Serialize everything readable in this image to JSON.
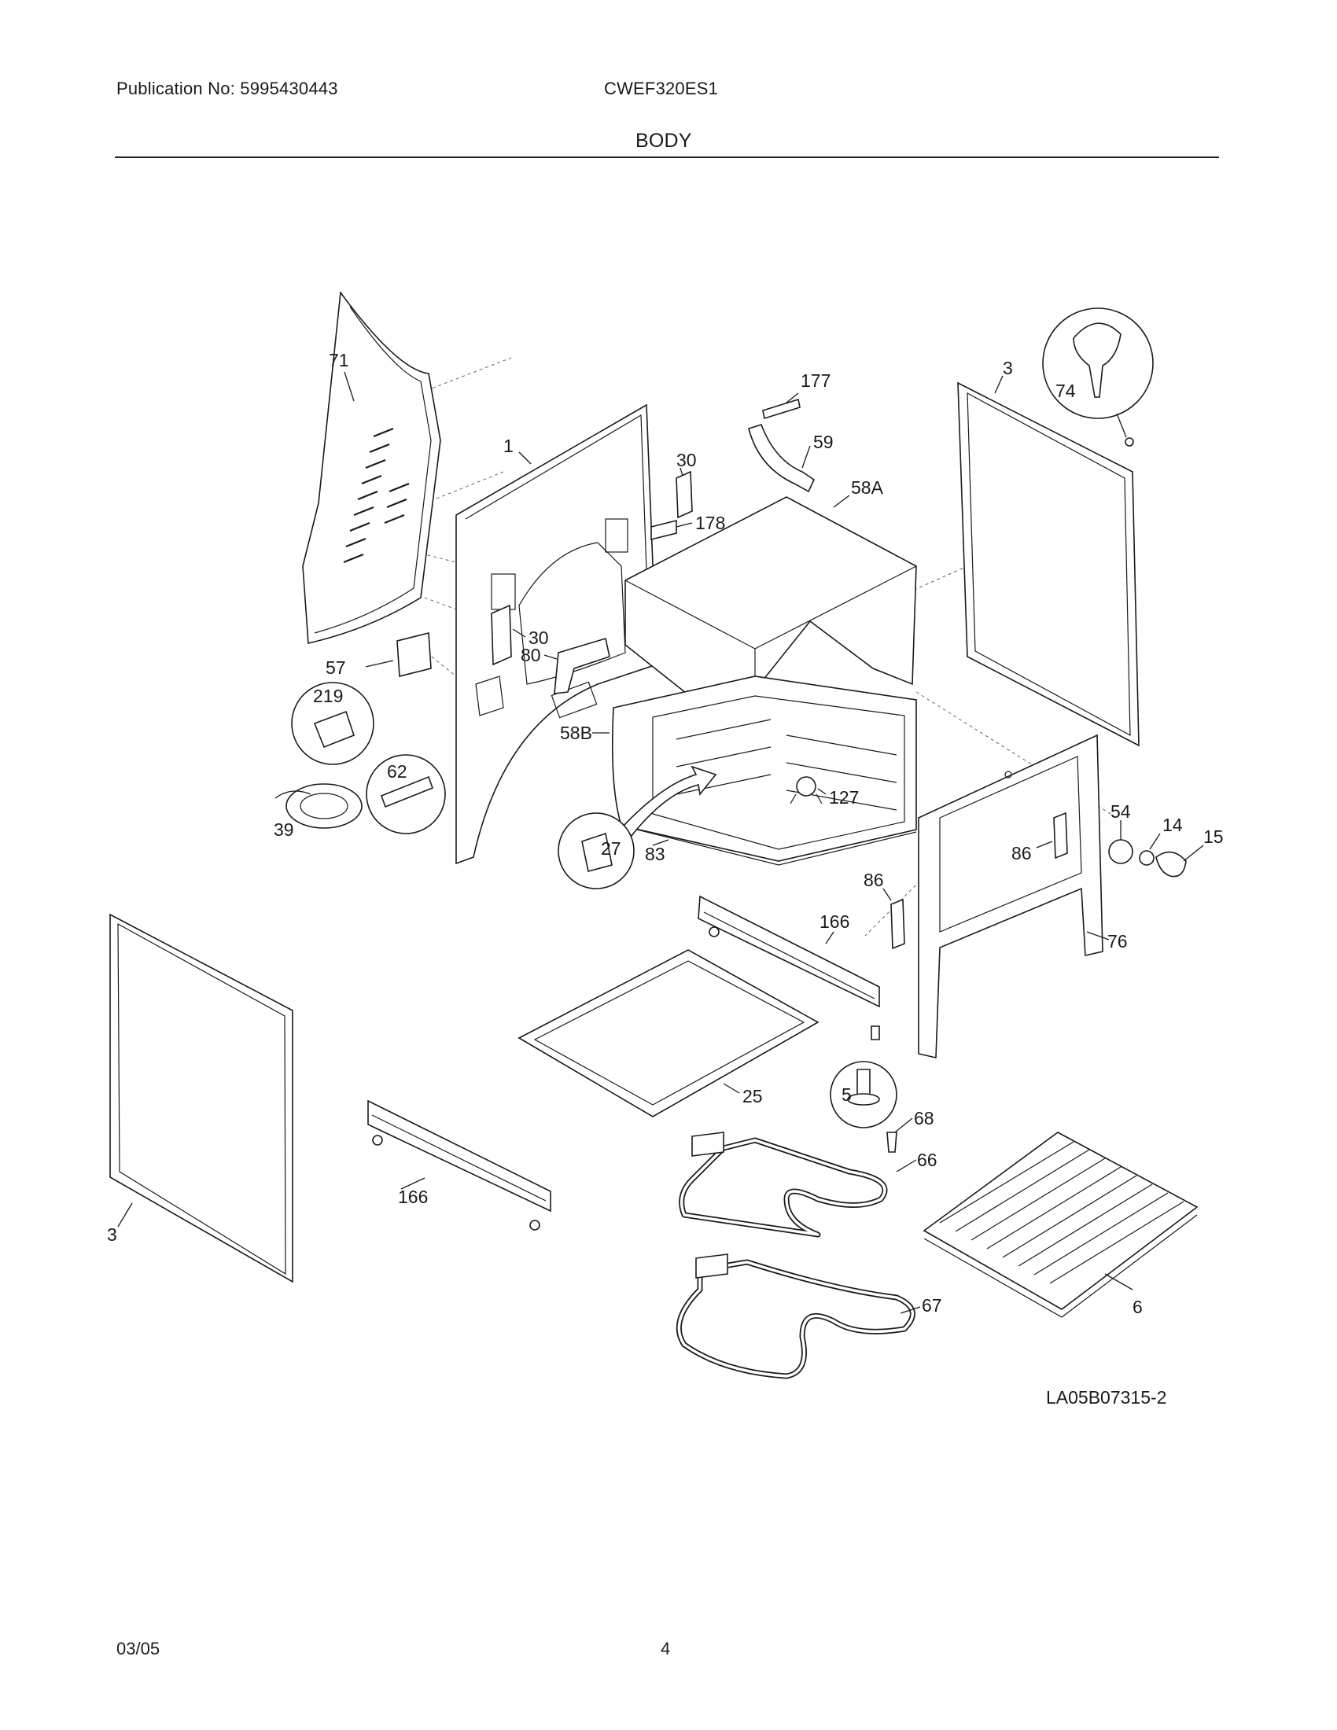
{
  "header": {
    "publication": "Publication No: 5995430443",
    "model": "CWEF320ES1",
    "section_title": "BODY"
  },
  "diagram": {
    "reference_code": "LA05B07315-2",
    "callouts": {
      "c71": "71",
      "c1": "1",
      "c30a": "30",
      "c30b": "30",
      "c178": "178",
      "c177": "177",
      "c59": "59",
      "c58A": "58A",
      "c3a": "3",
      "c74": "74",
      "c57": "57",
      "c80": "80",
      "c219": "219",
      "c62": "62",
      "c39": "39",
      "c58B": "58B",
      "c127": "127",
      "c27": "27",
      "c83": "83",
      "c54": "54",
      "c14": "14",
      "c15": "15",
      "c86a": "86",
      "c86b": "86",
      "c76": "76",
      "c166a": "166",
      "c166b": "166",
      "c25": "25",
      "c5": "5",
      "c68": "68",
      "c66": "66",
      "c67": "67",
      "c6": "6",
      "c3b": "3"
    }
  },
  "footer": {
    "date": "03/05",
    "page_number": "4"
  }
}
